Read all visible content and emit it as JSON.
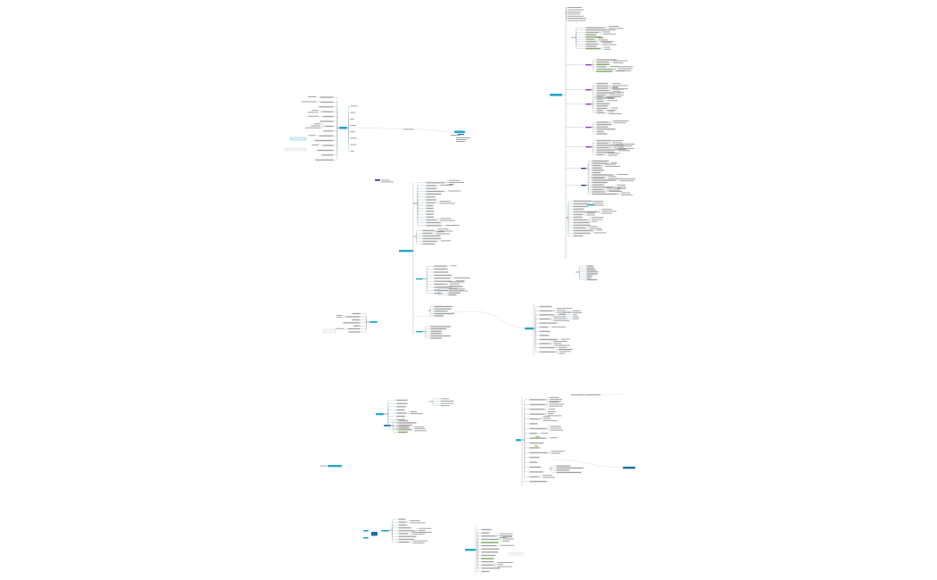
{
  "canvas": {
    "background": "#ffffff"
  },
  "colors": {
    "topic": "#22a7c7",
    "topic_dark": "#1d6f9e",
    "navy": "#2c3e86",
    "purple": "#8a3fc0",
    "green": "#7ed957",
    "line": "#9aa3ab",
    "faint_line": "#d9dee2",
    "leaf_fill": "#f1f1f1",
    "leaf_stroke": "#c9c9c9"
  },
  "diagram": {
    "kind": "mind-map",
    "text_legible": false,
    "cluster_count": 13,
    "accent_markers": [
      "purple",
      "green",
      "navy"
    ]
  }
}
